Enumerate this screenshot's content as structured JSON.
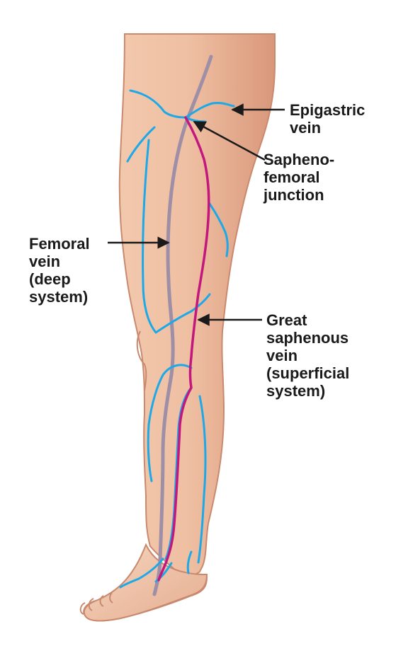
{
  "labels": {
    "epigastric": [
      "Epigastric",
      "vein"
    ],
    "sapheno_femoral": [
      "Sapheno-",
      "femoral",
      "junction"
    ],
    "femoral": [
      "Femoral",
      "vein",
      "(deep",
      "system)"
    ],
    "great_saphenous": [
      "Great",
      "saphenous",
      "vein",
      "(superficial",
      "system)"
    ]
  },
  "colors": {
    "skin": "#f1c5a8",
    "skin_shadow": "#d99a7c",
    "skin_outline": "#c9896e",
    "superficial_veins": "#1da9e8",
    "great_saphenous_vein": "#c2187e",
    "femoral_vein": "#9e8fa6",
    "arrow": "#1a1a1a"
  }
}
